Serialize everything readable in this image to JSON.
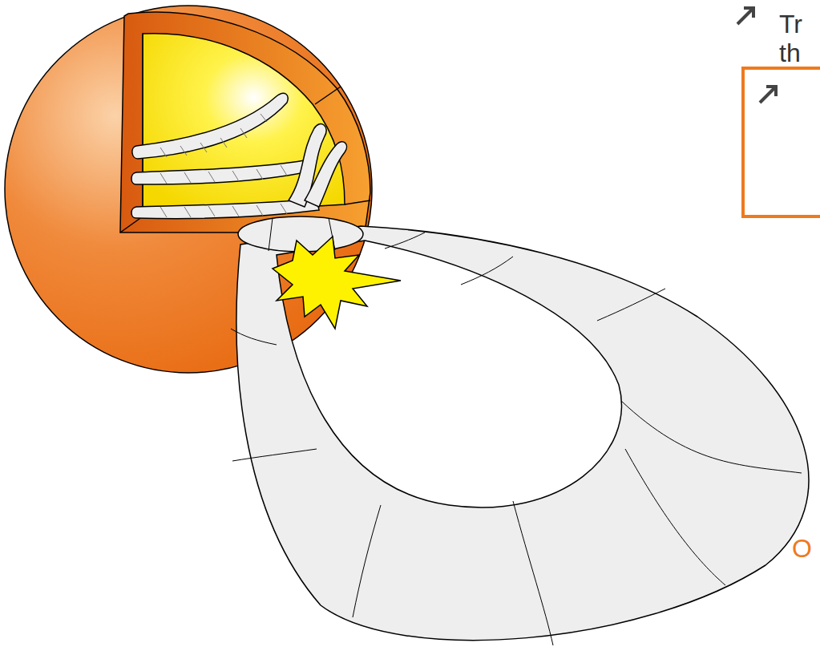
{
  "diagram": {
    "labels": [
      "Tr",
      "th",
      "O"
    ]
  }
}
